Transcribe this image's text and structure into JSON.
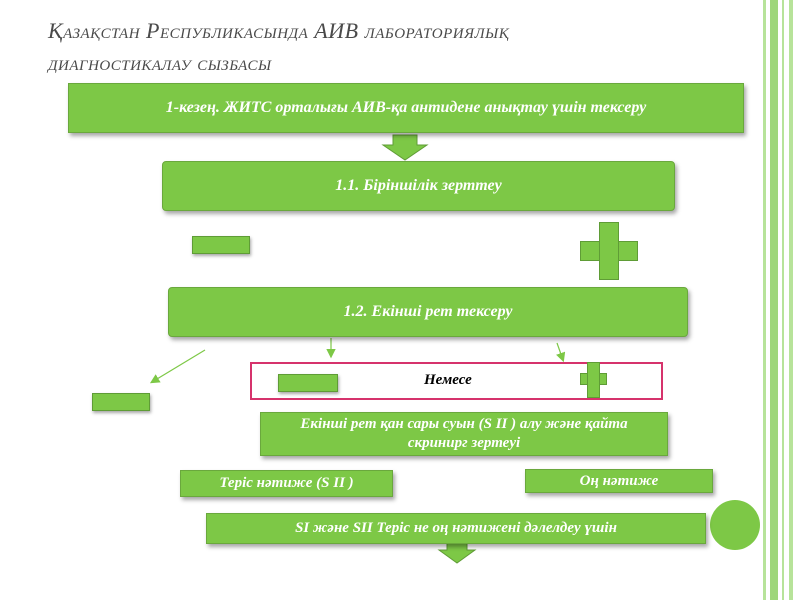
{
  "title": {
    "line1": "Қазақстан Республикасында  АИВ лабораториялық",
    "line2": "диагностикалау сызбасы"
  },
  "stage1": "1-кезең. ЖИТС орталығы АИВ-қа антидене анықтау үшін тексеру",
  "step1_1": "1.1.  Біріншілік  зерттеу",
  "step1_2": "1.2. Екінші рет тексеру",
  "or_label": "Немесе",
  "second_sample": "Екінші  рет қан сары суын (S II ) алу және қайта скринирг зертеуі",
  "negative_result": "Теріс нәтиже (S II )",
  "positive_result": "Оң нәтиже",
  "confirm": "SI  және SII Теріс не оң нәтижені дәлелдеу үшін",
  "colors": {
    "box_green": "#7dc846",
    "title_gray": "#4a4a4a",
    "or_border": "#d6336c"
  }
}
